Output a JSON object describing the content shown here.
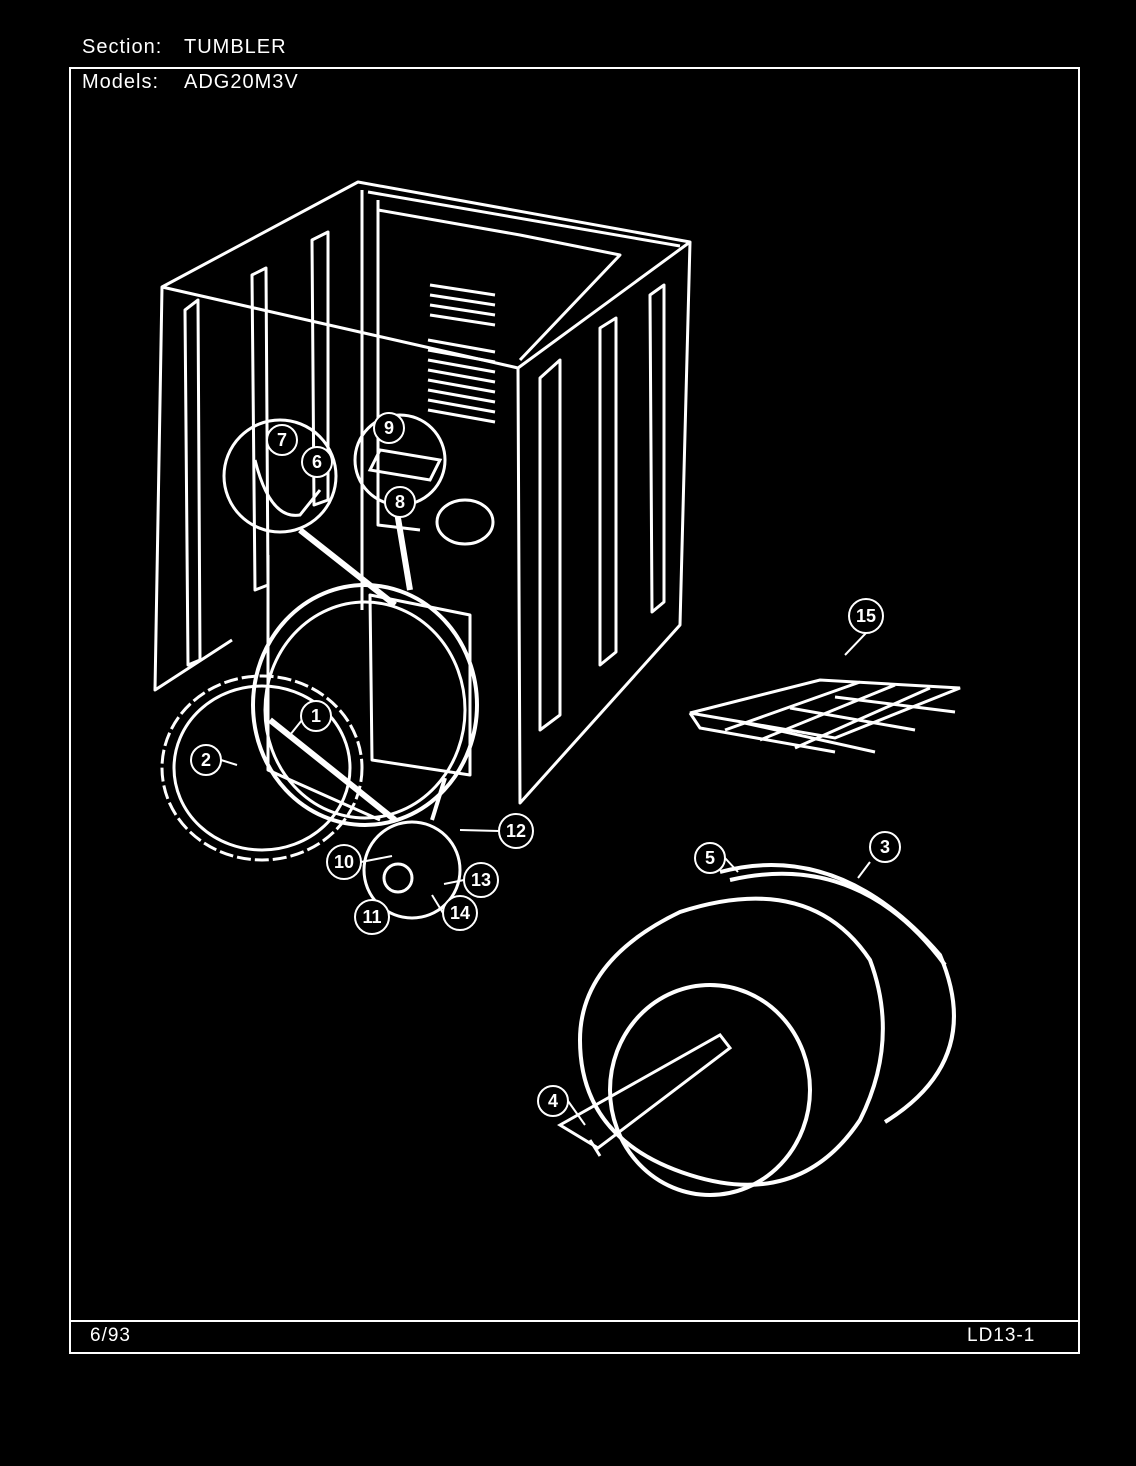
{
  "header": {
    "section_label": "Section:",
    "section_value": "TUMBLER",
    "models_label": "Models:",
    "models_value": "ADG20M3V"
  },
  "footer": {
    "date": "6/93",
    "code": "LD13-1"
  },
  "callouts": [
    {
      "id": "1",
      "label": "1"
    },
    {
      "id": "2",
      "label": "2"
    },
    {
      "id": "3",
      "label": "3"
    },
    {
      "id": "4",
      "label": "4"
    },
    {
      "id": "5",
      "label": "5"
    },
    {
      "id": "6",
      "label": "6"
    },
    {
      "id": "7",
      "label": "7"
    },
    {
      "id": "8",
      "label": "8"
    },
    {
      "id": "9",
      "label": "9"
    },
    {
      "id": "10",
      "label": "10"
    },
    {
      "id": "11",
      "label": "11"
    },
    {
      "id": "12",
      "label": "12"
    },
    {
      "id": "13",
      "label": "13"
    },
    {
      "id": "14",
      "label": "14"
    },
    {
      "id": "15",
      "label": "15"
    }
  ]
}
